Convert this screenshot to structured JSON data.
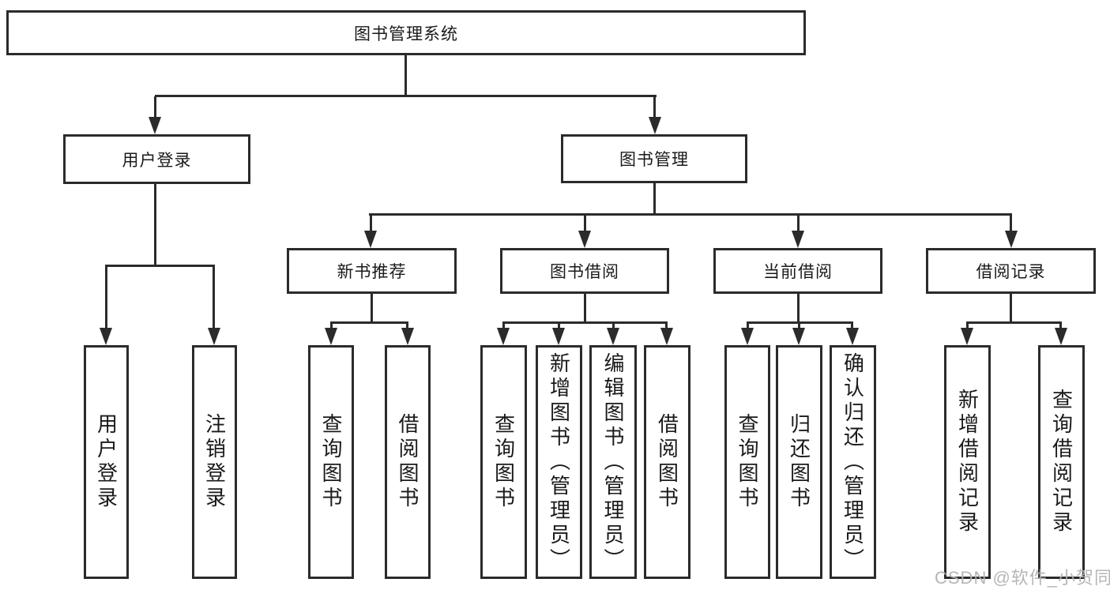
{
  "diagram_type": "hierarchy-tree",
  "colors": {
    "background": "#ffffff",
    "line": "#2b2b2b",
    "box_border": "#2b2b2b",
    "text": "#1a1a1a",
    "watermark": "#b2b2b2"
  },
  "watermark": {
    "text": "CSDN @软件_小贺同学"
  },
  "hierarchy": {
    "label": "图书管理系统",
    "children": [
      {
        "label": "用户登录",
        "children": [
          {
            "label": "用户登录"
          },
          {
            "label": "注销登录"
          }
        ]
      },
      {
        "label": "图书管理",
        "children": [
          {
            "label": "新书推荐",
            "children": [
              {
                "label": "查询图书"
              },
              {
                "label": "借阅图书"
              }
            ]
          },
          {
            "label": "图书借阅",
            "children": [
              {
                "label": "查询图书"
              },
              {
                "label": "新增图书（管理员）"
              },
              {
                "label": "编辑图书（管理员）"
              },
              {
                "label": "借阅图书"
              }
            ]
          },
          {
            "label": "当前借阅",
            "children": [
              {
                "label": "查询图书"
              },
              {
                "label": "归还图书"
              },
              {
                "label": "确认归还（管理员）"
              }
            ]
          },
          {
            "label": "借阅记录",
            "children": [
              {
                "label": "新增借阅记录"
              },
              {
                "label": "查询借阅记录"
              }
            ]
          }
        ]
      }
    ]
  }
}
